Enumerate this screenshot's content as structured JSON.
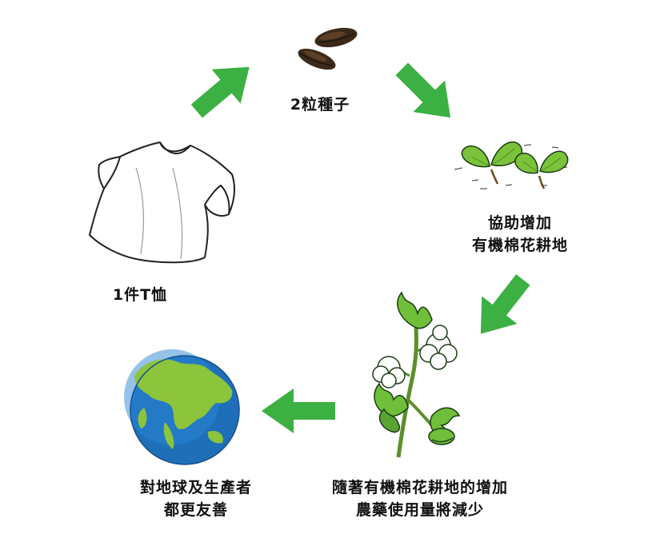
{
  "nodes": {
    "seeds": {
      "label": "2粒種子",
      "icon": "seeds-icon"
    },
    "farmland": {
      "line1": "協助增加",
      "line2": "有機棉花耕地",
      "icon": "seedlings-icon"
    },
    "pesticide": {
      "line1": "隨著有機棉花耕地的增加",
      "line2": "農藥使用量將減少",
      "icon": "cotton-plant-icon"
    },
    "earth": {
      "line1": "對地球及生產者",
      "line2": "都更友善",
      "icon": "earth-icon"
    },
    "tshirt": {
      "label": "1件T恤",
      "icon": "tshirt-icon"
    }
  },
  "colors": {
    "arrow": "#3cb043",
    "leaf": "#6fbf3a",
    "ocean": "#1f6fb8",
    "land": "#8cc43c",
    "seed": "#3b2a1a",
    "text": "#111111"
  }
}
